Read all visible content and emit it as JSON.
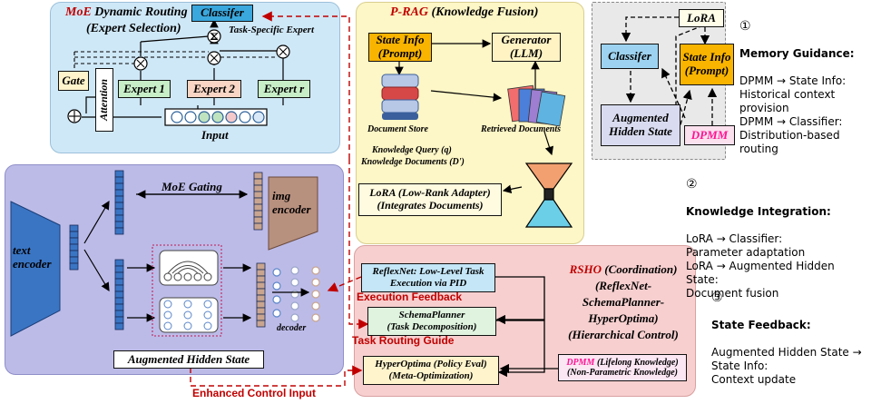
{
  "moe": {
    "title_prefix": "MoE",
    "title_rest": "Dynamic Routing",
    "subtitle": "(Expert Selection)",
    "classifier": "Classifer",
    "task_specific": "Task-Specific Expert",
    "gate": "Gate",
    "attention": "Attention",
    "expert1": "Expert 1",
    "expert2": "Expert 2",
    "expertr": "Expert r",
    "input": "Input"
  },
  "prag": {
    "title_prefix": "P-RAG",
    "title_rest": "(Knowledge Fusion)",
    "state_info": "State Info",
    "state_prompt": "(Prompt)",
    "generator": "Generator",
    "llm": "(LLM)",
    "doc_store": "Document Store",
    "retrieved": "Retrieved Documents",
    "query": "Knowledge Query (q)",
    "docs": "Knowledge Documents (D')",
    "lora": "LoRA (Low-Rank Adapter)",
    "lora_sub": "(Integrates Documents)"
  },
  "mini": {
    "lora": "LoRA",
    "classifier": "Classifer",
    "state_info": "State Info",
    "state_prompt": "(Prompt)",
    "aug1": "Augmented",
    "aug2": "Hidden State",
    "dpmm": "DPMM"
  },
  "backbone": {
    "gating": "MoE Gating",
    "img1": "img",
    "img2": "encoder",
    "text1": "text",
    "text2": "encoder",
    "decoder": "decoder",
    "aug": "Augmented Hidden State"
  },
  "rsho": {
    "title_prefix": "RSHO",
    "title_rest": "(Coordination)",
    "line2": "(ReflexNet-",
    "line3": "SchemaPlanner-",
    "line4": "HyperOptima)",
    "line5": "(Hierarchical Control)",
    "reflex1": "ReflexNet: Low-Level Task",
    "reflex2": "Execution via PID",
    "schema1": "SchemaPlanner",
    "schema2": "(Task Decomposition)",
    "hyper1": "HyperOptima (Policy Eval)",
    "hyper2": "(Meta-Optimization)",
    "dpmm_prefix": "DPMM",
    "dpmm_rest": "(Lifelong Knowledge)",
    "dpmm2": "(Non-Parametric Knowledge)"
  },
  "labels": {
    "exec": "Execution Feedback",
    "routing": "Task Routing Guide",
    "control": "Enhanced Control Input"
  },
  "sidebar": {
    "n1": "①",
    "h1": "Memory Guidance:",
    "b1": "DPMM → State Info:\nHistorical context\nprovision\nDPMM → Classifier:\nDistribution-based\nrouting",
    "n2": "②",
    "h2": "Knowledge Integration:",
    "b2": "LoRA → Classifier:\nParameter adaptation\nLoRA → Augmented Hidden\nState:\nDocument fusion",
    "n3": "③",
    "h3": "State Feedback:",
    "b3": "Augmented Hidden State →\nState Info:\nContext update"
  },
  "colors": {
    "moe_bg": "#cfe8f7",
    "prag_bg": "#fdf6c6",
    "backbone_bg": "#bcbbe8",
    "rsho_bg": "#f7cfcf",
    "mini_bg": "#e9e9e9",
    "blue_box": "#9dd3f0",
    "orange": "#f9b400",
    "green": "#c8eec8",
    "peach": "#f8d5c4",
    "encoder": "#3a75c4",
    "img_encoder": "#b8907e",
    "red": "#c00000"
  }
}
